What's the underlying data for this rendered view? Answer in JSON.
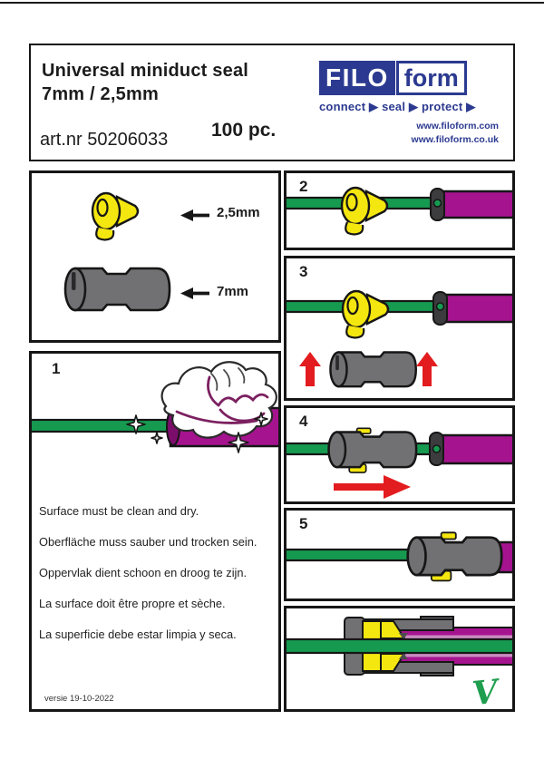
{
  "header": {
    "title_line1": "Universal miniduct seal",
    "title_line2": "7mm / 2,5mm",
    "art_nr": "art.nr 50206033",
    "quantity": "100 pc.",
    "logo": {
      "word_primary": "FILO",
      "word_secondary": "form",
      "tagline": "connect ▶ seal ▶ protect ▶",
      "website1": "www.filoform.com",
      "website2": "www.filoform.co.uk"
    }
  },
  "parts_panel": {
    "small_seal_label": "2,5mm",
    "large_seal_label": "7mm"
  },
  "steps": {
    "s1": "1",
    "s2": "2",
    "s3": "3",
    "s4": "4",
    "s5": "5"
  },
  "instructions": [
    "Surface must be clean and dry.",
    "Oberfläche muss sauber und trocken sein.",
    "Oppervlak dient schoon en droog te zijn.",
    "La surface doit être propre et sèche.",
    "La superficie debe estar limpia y seca."
  ],
  "footer": {
    "version": "versie 19-10-2022"
  },
  "result": {
    "checkmark": "V"
  },
  "colors": {
    "brand_blue": "#2b3a90",
    "cable_green": "#169a50",
    "duct_magenta": "#a6138f",
    "duct_inner_pink": "#c98bc0",
    "seal_yellow": "#f4e60f",
    "seal_grey": "#717174",
    "cap_grey": "#3c3c3e",
    "arrow_red": "#e31c1f",
    "check_green": "#1f9e4e",
    "outline_black": "#161616"
  }
}
